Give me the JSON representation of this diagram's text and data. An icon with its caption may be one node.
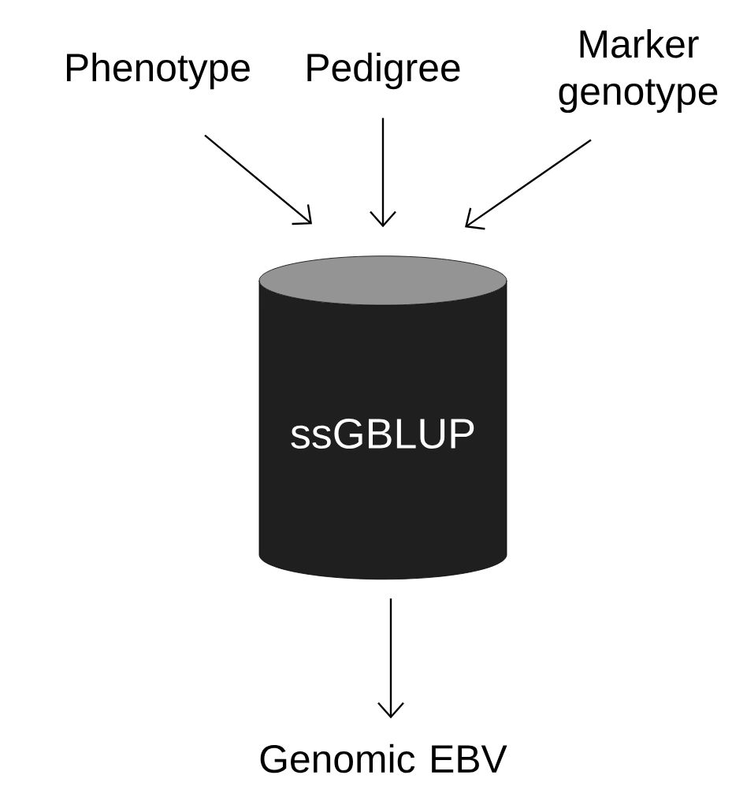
{
  "diagram": {
    "nodes": [
      {
        "text": [
          "Phenotype"
        ]
      },
      {
        "text": [
          "Pedigree"
        ]
      },
      {
        "text": [
          "Marker genotype"
        ]
      },
      {
        "text": [
          "ssGBLUP"
        ]
      },
      {
        "text": [
          "Genomic EBV"
        ]
      }
    ],
    "edges": [
      {
        "from": 0,
        "to": 3,
        "arrow": "to"
      },
      {
        "from": 1,
        "to": 3,
        "arrow": "to"
      },
      {
        "from": 2,
        "to": 3,
        "arrow": "to"
      },
      {
        "from": 3,
        "to": 4,
        "arrow": "to"
      }
    ]
  }
}
